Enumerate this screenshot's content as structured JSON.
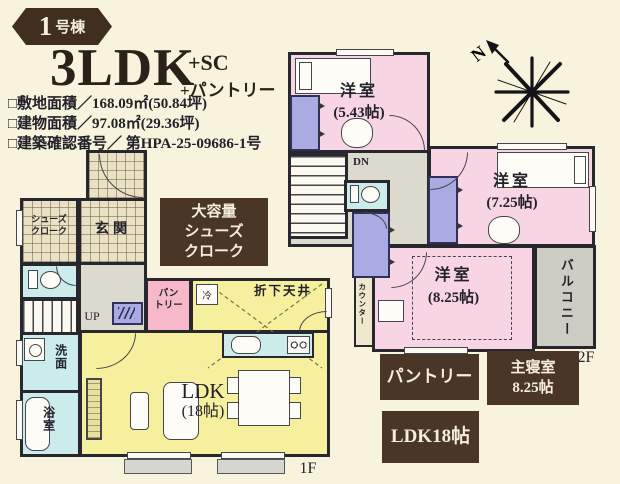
{
  "header": {
    "badge_num": "1",
    "badge_suffix": "号棟",
    "title": "3LDK",
    "suffix1": "+SC",
    "suffix2": "+パントリー",
    "detail_lines": [
      "□敷地面積／168.09㎡(50.84坪)",
      "□建物面積／97.08㎡(29.36坪)",
      "□建築確認番号／ 第HPA-25-09686-1号"
    ]
  },
  "compass": {
    "north": "N"
  },
  "floor1": {
    "floor_label": "1F",
    "shoes_cloak": "シューズ\nクローク",
    "entrance": "玄関",
    "stairs_up": "UP",
    "washroom": "洗面",
    "bathroom": "浴室",
    "pantry": "パン\nトリー",
    "fridge": "冷",
    "dropped_ceiling": "折下天井",
    "ldk": "LDK",
    "ldk_size": "(18帖)"
  },
  "floor2": {
    "floor_label": "2F",
    "stairs_down": "DN",
    "rooms": [
      {
        "name": "洋室",
        "size": "(5.43帖)"
      },
      {
        "name": "洋室",
        "size": "(7.25帖)"
      },
      {
        "name": "洋室",
        "size": "(8.25帖)"
      }
    ],
    "counter": "カウンター",
    "balcony": "バルコニー"
  },
  "tags": {
    "shoes_closet": "大容量\nシューズ\nクローク",
    "pantry": "パントリー",
    "master_bedroom": "主寝室\n8.25帖",
    "ldk": "LDK18帖"
  },
  "colors": {
    "background": "#f8f3dd",
    "wall": "#27272d",
    "room_pink": "#f8d5e4",
    "pantry_pink": "#f7b9c9",
    "ldk_yellow": "#f6ef9d",
    "water_cyan": "#cbecea",
    "closet_purple": "#a9abe2",
    "hall_gray": "#dcd9cf",
    "balcony_gray": "#cecdc5",
    "tile_beige": "#ebe2c5",
    "tag_brown": "#4a3627"
  }
}
